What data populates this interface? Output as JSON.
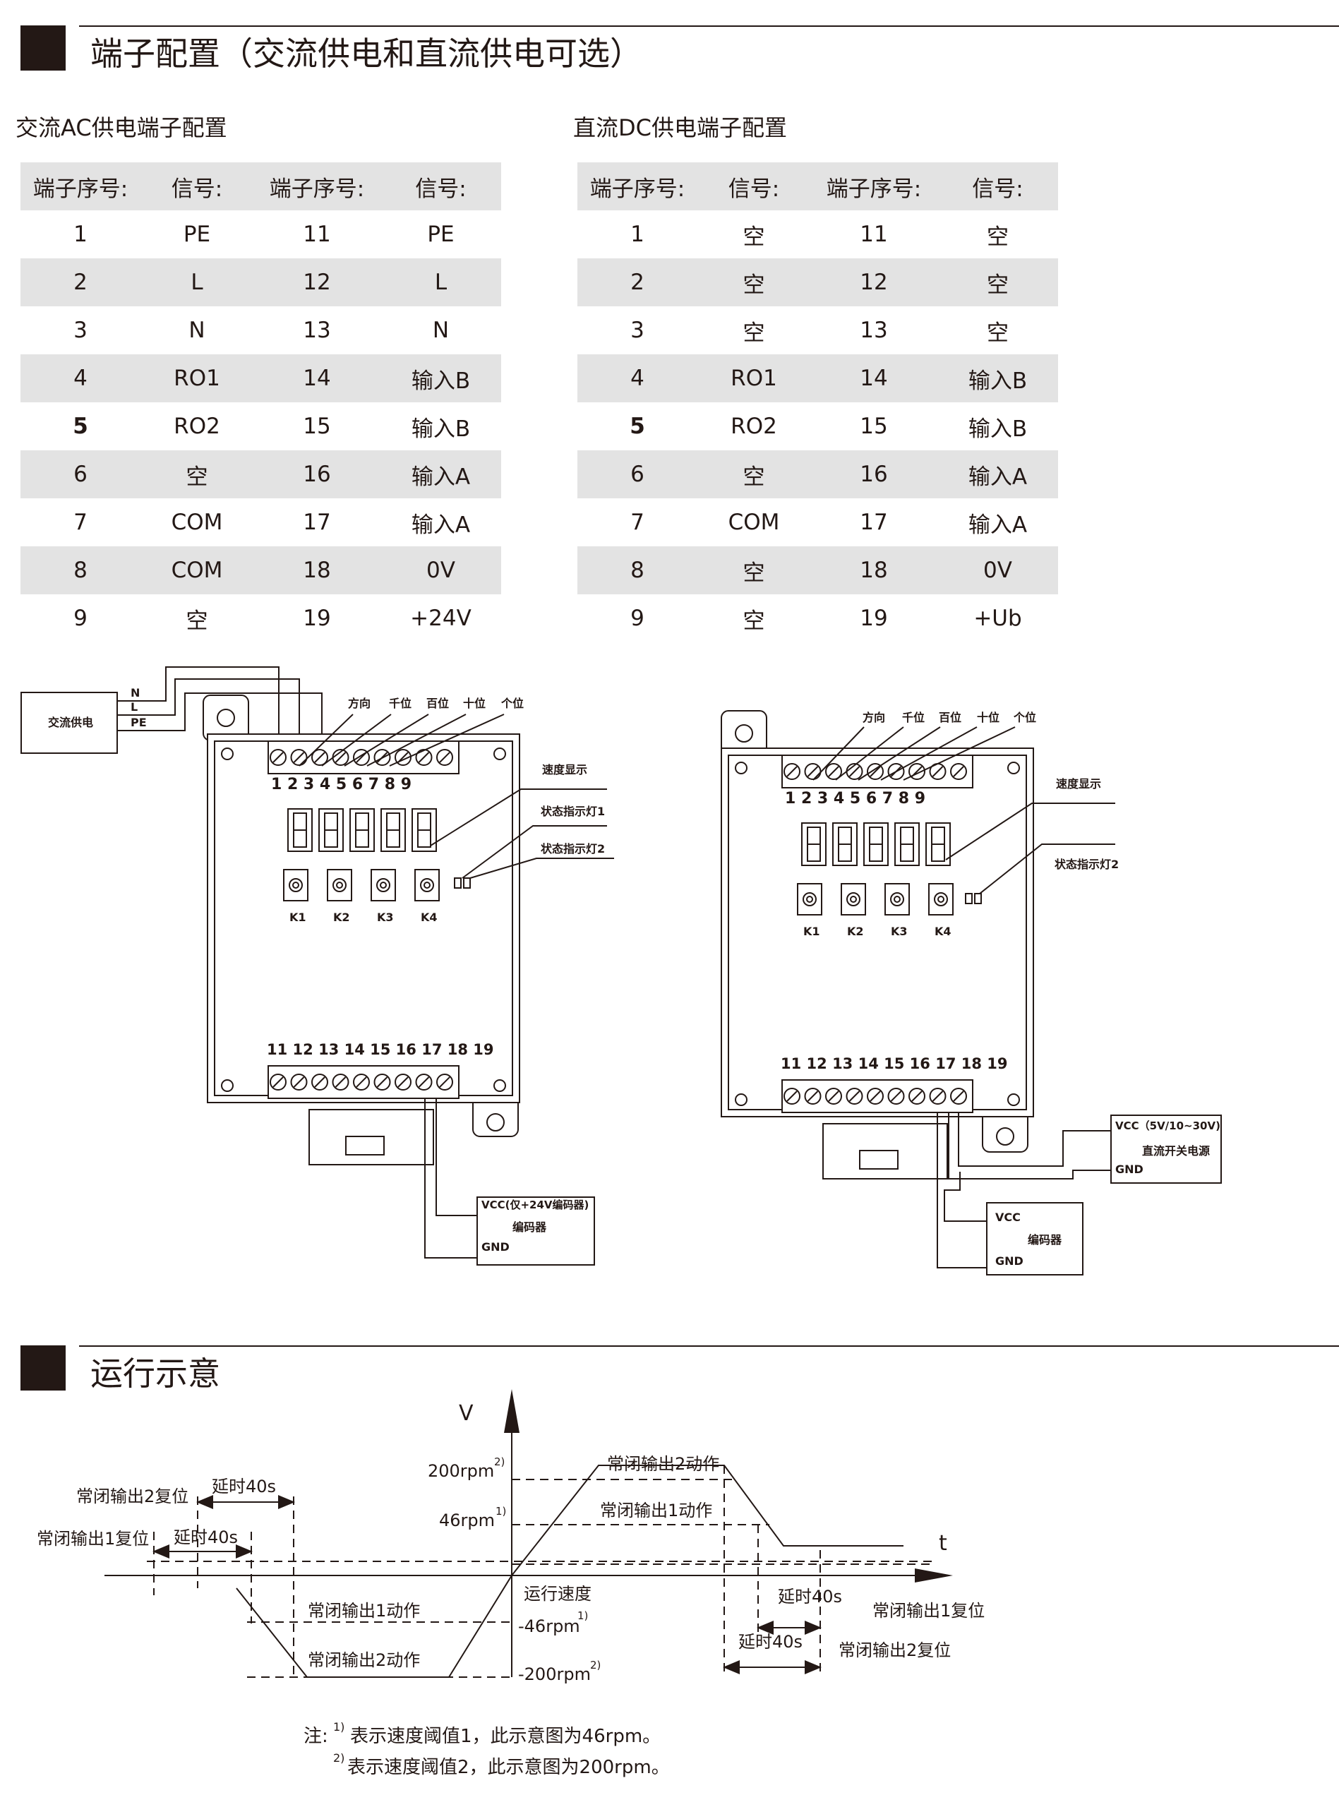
{
  "section1": {
    "title": "端子配置（交流供电和直流供电可选）"
  },
  "ac": {
    "title": "交流AC供电端子配置",
    "headers": [
      "端子序号:",
      "信号:",
      "端子序号:",
      "信号:"
    ],
    "rows": [
      [
        "1",
        "PE",
        "11",
        "PE"
      ],
      [
        "2",
        "L",
        "12",
        "L"
      ],
      [
        "3",
        "N",
        "13",
        "N"
      ],
      [
        "4",
        "RO1",
        "14",
        "输入B"
      ],
      [
        "5",
        "RO2",
        "15",
        "输入B"
      ],
      [
        "6",
        "空",
        "16",
        "输入A"
      ],
      [
        "7",
        "COM",
        "17",
        "输入A"
      ],
      [
        "8",
        "COM",
        "18",
        "0V"
      ],
      [
        "9",
        "空",
        "19",
        "+24V"
      ]
    ]
  },
  "dc": {
    "title": "直流DC供电端子配置",
    "headers": [
      "端子序号:",
      "信号:",
      "端子序号:",
      "信号:"
    ],
    "rows": [
      [
        "1",
        "空",
        "11",
        "空"
      ],
      [
        "2",
        "空",
        "12",
        "空"
      ],
      [
        "3",
        "空",
        "13",
        "空"
      ],
      [
        "4",
        "RO1",
        "14",
        "输入B"
      ],
      [
        "5",
        "RO2",
        "15",
        "输入B"
      ],
      [
        "6",
        "空",
        "16",
        "输入A"
      ],
      [
        "7",
        "COM",
        "17",
        "输入A"
      ],
      [
        "8",
        "空",
        "18",
        "0V"
      ],
      [
        "9",
        "空",
        "19",
        "+Ub"
      ]
    ]
  },
  "diagram_ac": {
    "supply_box": "交流供电",
    "wire_labels": [
      "N",
      "L",
      "PE"
    ],
    "digit_labels": [
      "方向",
      "千位",
      "百位",
      "十位",
      "个位"
    ],
    "top_terminals": "1 2 3 4 5 6 7 8 9",
    "bottom_terminals": "11 12 13 14 15 16 17 18 19",
    "speed_display": "速度显示",
    "led1": "状态指示灯1",
    "led2": "状态指示灯2",
    "keys": [
      "K1",
      "K2",
      "K3",
      "K4"
    ],
    "encoder_vcc": "VCC(仅+24V编码器)",
    "encoder_name": "编码器",
    "encoder_gnd": "GND"
  },
  "diagram_dc": {
    "digit_labels": [
      "方向",
      "千位",
      "百位",
      "十位",
      "个位"
    ],
    "top_terminals": "1 2 3 4 5 6 7 8 9",
    "bottom_terminals": "11 12 13 14 15 16 17 18 19",
    "speed_display": "速度显示",
    "led2": "状态指示灯2",
    "keys": [
      "K1",
      "K2",
      "K3",
      "K4"
    ],
    "psu_vcc": "VCC（5V/10~30V)",
    "psu_name": "直流开关电源",
    "psu_gnd": "GND",
    "encoder_vcc": "VCC",
    "encoder_name": "编码器",
    "encoder_gnd": "GND"
  },
  "section2": {
    "title": "运行示意"
  },
  "timing": {
    "axis_v": "V",
    "axis_t": "t",
    "lvl_200": "200rpm",
    "lvl_200_sup": "2)",
    "lvl_46": "46rpm",
    "lvl_46_sup": "1)",
    "lvl_m46": "-46rpm",
    "lvl_m46_sup": "1)",
    "lvl_m200": "-200rpm",
    "lvl_m200_sup": "2)",
    "run_speed": "运行速度",
    "nc2_reset_left": "常闭输出2复位",
    "nc1_reset_left": "常闭输出1复位",
    "delay": "延时40s",
    "nc1_act": "常闭输出1动作",
    "nc2_act": "常闭输出2动作",
    "nc1_reset_right": "常闭输出1复位",
    "nc2_reset_right": "常闭输出2复位"
  },
  "notes": {
    "prefix": "注:",
    "sup1": "1)",
    "line1": "表示速度阈值1，此示意图为46rpm。",
    "sup2": "2)",
    "line2": "表示速度阈值2，此示意图为200rpm。"
  }
}
